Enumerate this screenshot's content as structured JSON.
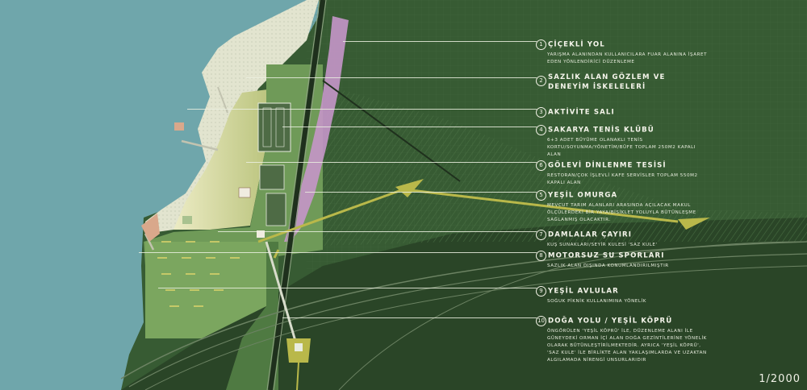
{
  "scale": "1/2000",
  "colors": {
    "water": "#6fa6ab",
    "beach": "#e2e4cf",
    "meadow": "#d6d49a",
    "park": "#6f9a58",
    "forest": "#375b33",
    "dark_forest": "#2a4527",
    "reed": "#c596c9",
    "path": "#b9b84a",
    "leader": "#ebf0e1"
  },
  "items": [
    {
      "num": "1",
      "title": "ÇİÇEKLİ YOL",
      "desc": "YARIŞMA ALANINDAN KULLANICILARA FUAR ALANINA İŞARET EDEN YÖNLENDİRİCİ DÜZENLEME"
    },
    {
      "num": "2",
      "title": "SAZLIK ALAN GÖZLEM VE DENEYİM İSKELELERİ",
      "desc": ""
    },
    {
      "num": "3",
      "title": "AKTİVİTE SALI",
      "desc": ""
    },
    {
      "num": "4",
      "title": "SAKARYA TENİS KLÜBÜ",
      "desc": "6+3 ADET BÜYÜME OLANAKLI TENİS KORTU/SOYUNMA/YÖNETİM/BÜFE TOPLAM 250M2 KAPALI ALAN"
    },
    {
      "num": "6",
      "title": "GÖLEVİ DİNLENME TESİSİ",
      "desc": "RESTORAN/ÇOK İŞLEVLİ KAFE SERVİSLER TOPLAM 550M2 KAPALI ALAN"
    },
    {
      "num": "5",
      "title": "YEŞİL OMURGA",
      "desc": "MEVCUT TARIM ALANLARI ARASINDA AÇILACAK MAKUL ÖLÇÜLERDEKİ BİR YAYA/BİSİKLET YOLUYLA BÜTÜNLEŞME SAĞLANMIŞ OLACAKTIR."
    },
    {
      "num": "7",
      "title": "DAMLALAR ÇAYIRI",
      "desc": "KUŞ SUNAKLARI/SEYİR KULESİ 'SAZ KULE'"
    },
    {
      "num": "8",
      "title": "MOTORSUZ SU SPORLARI",
      "desc": "SAZLIK ALAN DIŞINDA KONUMLANDIRILMIŞTIR"
    },
    {
      "num": "9",
      "title": "YEŞİL AVLULAR",
      "desc": "SOĞUK PİKNİK KULLANIMINA YÖNELİK"
    },
    {
      "num": "10",
      "title": "DOĞA YOLU / YEŞİL KÖPRÜ",
      "desc": "ÖNGÖRÜLEN 'YEŞİL KÖPRÜ' İLE, DÜZENLEME ALANI İLE GÜNEYDEKİ ORMAN İÇİ ALAN DOĞA GEZİNTİLERİNE YÖNELİK OLARAK BÜTÜNLEŞTİRİLMEKTEDİR. AYRICA 'YEŞİL KÖPRÜ', 'SAZ KULE' İLE BİRLİKTE ALAN YAKLAŞIMLARDA VE UZAKTAN ALGILAMADA NİRENGİ UNSURLARIDIR"
    }
  ]
}
